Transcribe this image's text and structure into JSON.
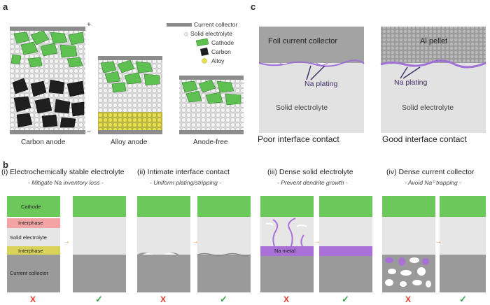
{
  "panel_a": {
    "letter": "a",
    "plus": "+",
    "minus": "−",
    "legend": {
      "current_collector": "Current collector",
      "solid_electrolyte": "Solid electrolyte",
      "cathode": "Cathode",
      "carbon": "Carbon",
      "alloy": "Alloy"
    },
    "cells": [
      "Carbon anode",
      "Alloy anode",
      "Anode-free"
    ]
  },
  "panel_c": {
    "letter": "c",
    "left": {
      "top_label": "Foil current collector",
      "plating": "Na plating",
      "bottom_label": "Solid electrolyte",
      "caption": "Poor interface contact"
    },
    "right": {
      "top_label": "Al pellet",
      "plating": "Na plating",
      "bottom_label": "Solid electrolyte",
      "caption": "Good interface contact"
    }
  },
  "panel_b": {
    "letter": "b",
    "columns": [
      {
        "title": "(i) Electrochemically stable electrolyte",
        "subtitle": "- Mitigate Na inventory loss -"
      },
      {
        "title": "(ii) Intimate interface contact",
        "subtitle": "- Uniform plating/stripping -"
      },
      {
        "title": "(iii) Dense solid electrolyte",
        "subtitle": "- Prevent dendrite growth -"
      },
      {
        "title": "(iv) Dense current collector",
        "subtitle": "- Avoid Na⁰ trapping -"
      }
    ],
    "layer_labels": {
      "cathode": "Cathode",
      "interphase_top": "Interphase",
      "solid_electrolyte": "Solid electrolyte",
      "interphase_bottom": "Interphase",
      "current_collector": "Current collector",
      "na_metal": "Na metal"
    },
    "bad_mark": "X",
    "good_mark": "✓"
  },
  "colors": {
    "cathode": "#6cc85a",
    "interphase_red": "#f3a3a3",
    "interphase_yellow": "#d9d35a",
    "electrolyte": "#e6e6e6",
    "collector": "#9a9a9a",
    "na_metal": "#a970d8",
    "arrow": "#f08c2a"
  }
}
